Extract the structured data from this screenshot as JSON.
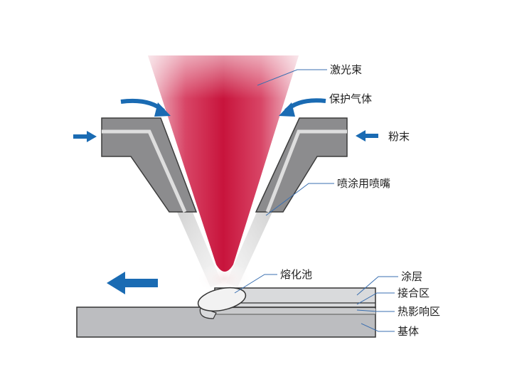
{
  "labels": {
    "laser_beam": "激光束",
    "shielding_gas": "保护气体",
    "powder": "粉末",
    "nozzle": "喷涂用喷嘴",
    "melt_pool": "熔化池",
    "coating": "涂层",
    "bonding_zone": "接合区",
    "heat_affected_zone": "热影响区",
    "substrate": "基体"
  },
  "colors": {
    "laser": "#c8143c",
    "arrow": "#1a6bb3",
    "nozzle": "#8c8c8e",
    "substrate": "#bcbdc0",
    "coating": "#d9dadc",
    "leader": "#3a6fb0"
  },
  "icons": [
    "arrow-icon"
  ]
}
